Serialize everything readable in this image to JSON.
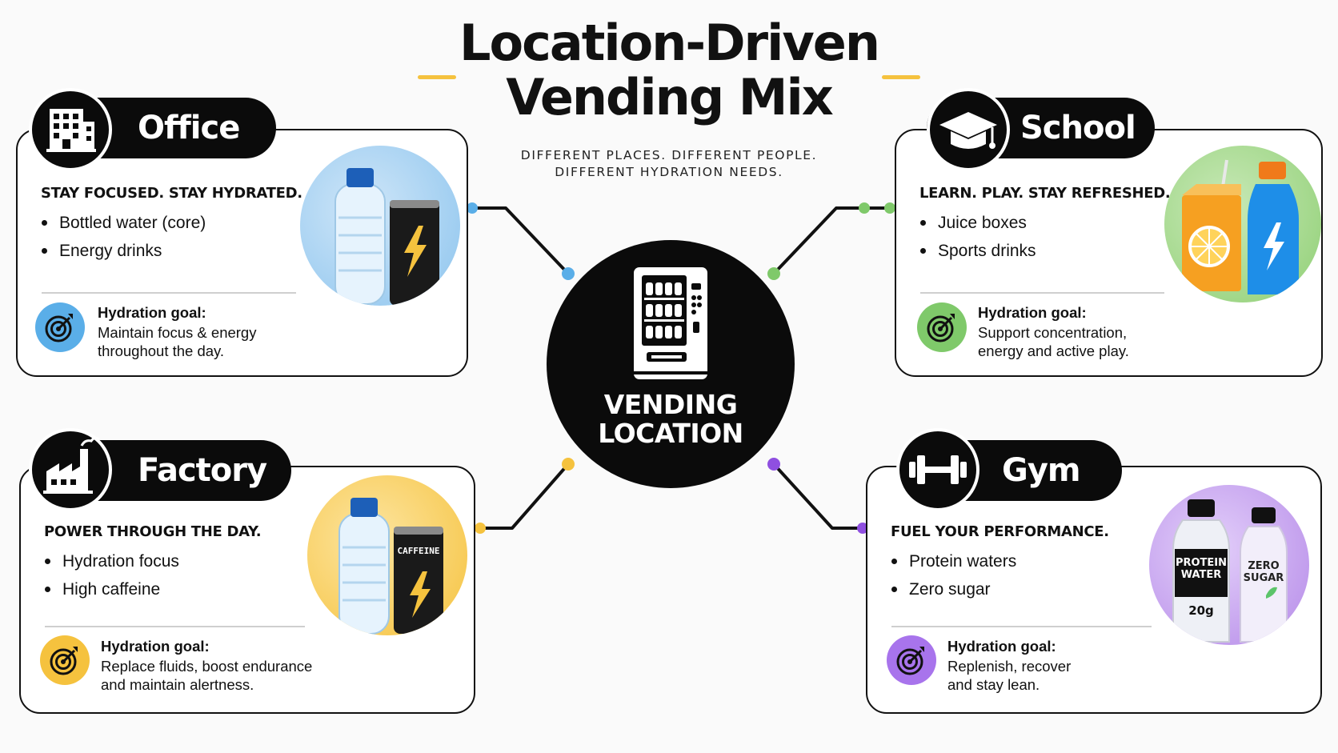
{
  "title": {
    "line1": "Location-Driven",
    "line2": "Vending Mix"
  },
  "subtitle": {
    "line1": "DIFFERENT PLACES. DIFFERENT PEOPLE.",
    "line2": "DIFFERENT HYDRATION NEEDS."
  },
  "hub": {
    "line1": "VENDING",
    "line2": "LOCATION"
  },
  "goal_heading": "Hydration goal:",
  "colors": {
    "office": "#5aaee8",
    "school": "#7fc96a",
    "factory": "#f5c23e",
    "gym": "#8f4fe0",
    "ink": "#0b0b0b",
    "accent": "#f5c23e"
  },
  "cards": {
    "office": {
      "name": "Office",
      "icon": "office-building-icon",
      "tagline": "STAY FOCUSED. STAY HYDRATED.",
      "items": [
        "Bottled water (core)",
        "Energy drinks"
      ],
      "goal_line1": "Maintain focus & energy",
      "goal_line2": "throughout the day."
    },
    "school": {
      "name": "School",
      "icon": "graduation-cap-icon",
      "tagline": "LEARN. PLAY. STAY REFRESHED.",
      "items": [
        "Juice boxes",
        "Sports drinks"
      ],
      "goal_line1": "Support concentration,",
      "goal_line2": "energy and active play."
    },
    "factory": {
      "name": "Factory",
      "icon": "factory-icon",
      "tagline": "POWER THROUGH THE DAY.",
      "items": [
        "Hydration focus",
        "High caffeine"
      ],
      "goal_line1": "Replace fluids, boost endurance",
      "goal_line2": "and maintain alertness.",
      "can_label": "CAFFEINE"
    },
    "gym": {
      "name": "Gym",
      "icon": "dumbbell-icon",
      "tagline": "FUEL YOUR PERFORMANCE.",
      "items": [
        "Protein waters",
        "Zero sugar"
      ],
      "goal_line1": "Replenish, recover",
      "goal_line2": "and stay lean.",
      "bottle1_line1": "PROTEIN",
      "bottle1_line2": "WATER",
      "bottle1_amount": "20g",
      "bottle2_line1": "ZERO",
      "bottle2_line2": "SUGAR"
    }
  }
}
